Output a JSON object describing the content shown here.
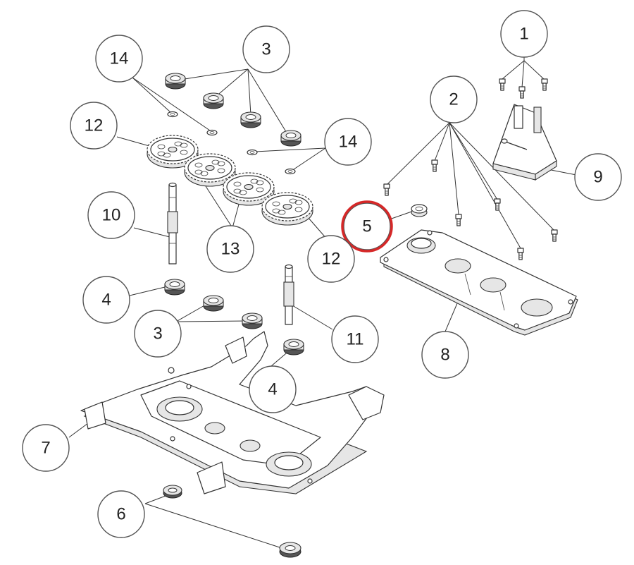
{
  "diagram": {
    "callouts": [
      {
        "id": "c1",
        "label": "1"
      },
      {
        "id": "c2",
        "label": "2"
      },
      {
        "id": "c3a",
        "label": "3"
      },
      {
        "id": "c3b",
        "label": "3"
      },
      {
        "id": "c4a",
        "label": "4"
      },
      {
        "id": "c4b",
        "label": "4"
      },
      {
        "id": "c5",
        "label": "5",
        "highlighted": true
      },
      {
        "id": "c6",
        "label": "6"
      },
      {
        "id": "c7",
        "label": "7"
      },
      {
        "id": "c8",
        "label": "8"
      },
      {
        "id": "c9",
        "label": "9"
      },
      {
        "id": "c10",
        "label": "10"
      },
      {
        "id": "c11",
        "label": "11"
      },
      {
        "id": "c12a",
        "label": "12"
      },
      {
        "id": "c12b",
        "label": "12"
      },
      {
        "id": "c13",
        "label": "13"
      },
      {
        "id": "c14a",
        "label": "14"
      },
      {
        "id": "c14b",
        "label": "14"
      }
    ],
    "highlight_color": "#d62828"
  }
}
